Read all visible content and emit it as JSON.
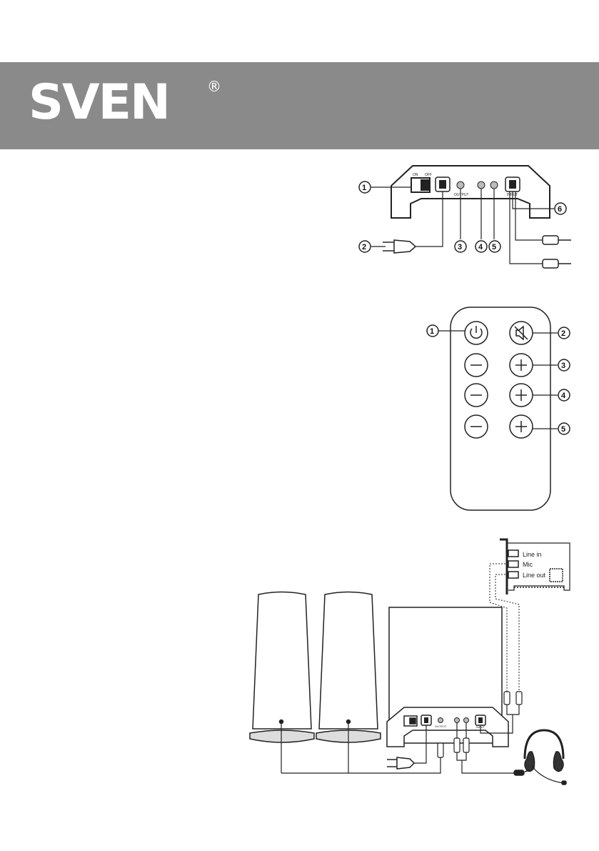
{
  "brand": {
    "name": "SVEN",
    "registered_mark": "®"
  },
  "rear_panel": {
    "switch_on": "ON",
    "switch_off": "OFF",
    "output_label": "OUTPUT",
    "input_label": "INPUT",
    "callouts": [
      "1",
      "2",
      "3",
      "4",
      "5",
      "6"
    ]
  },
  "remote": {
    "callouts": [
      "1",
      "2",
      "3",
      "4",
      "5"
    ],
    "icons": [
      "power-icon",
      "mute-icon",
      "minus-icon",
      "plus-icon"
    ]
  },
  "connection": {
    "sound_card_ports": [
      "Line in",
      "Mic",
      "Line out"
    ],
    "output_label": "OUTPUT",
    "input_label": "INPUT"
  }
}
